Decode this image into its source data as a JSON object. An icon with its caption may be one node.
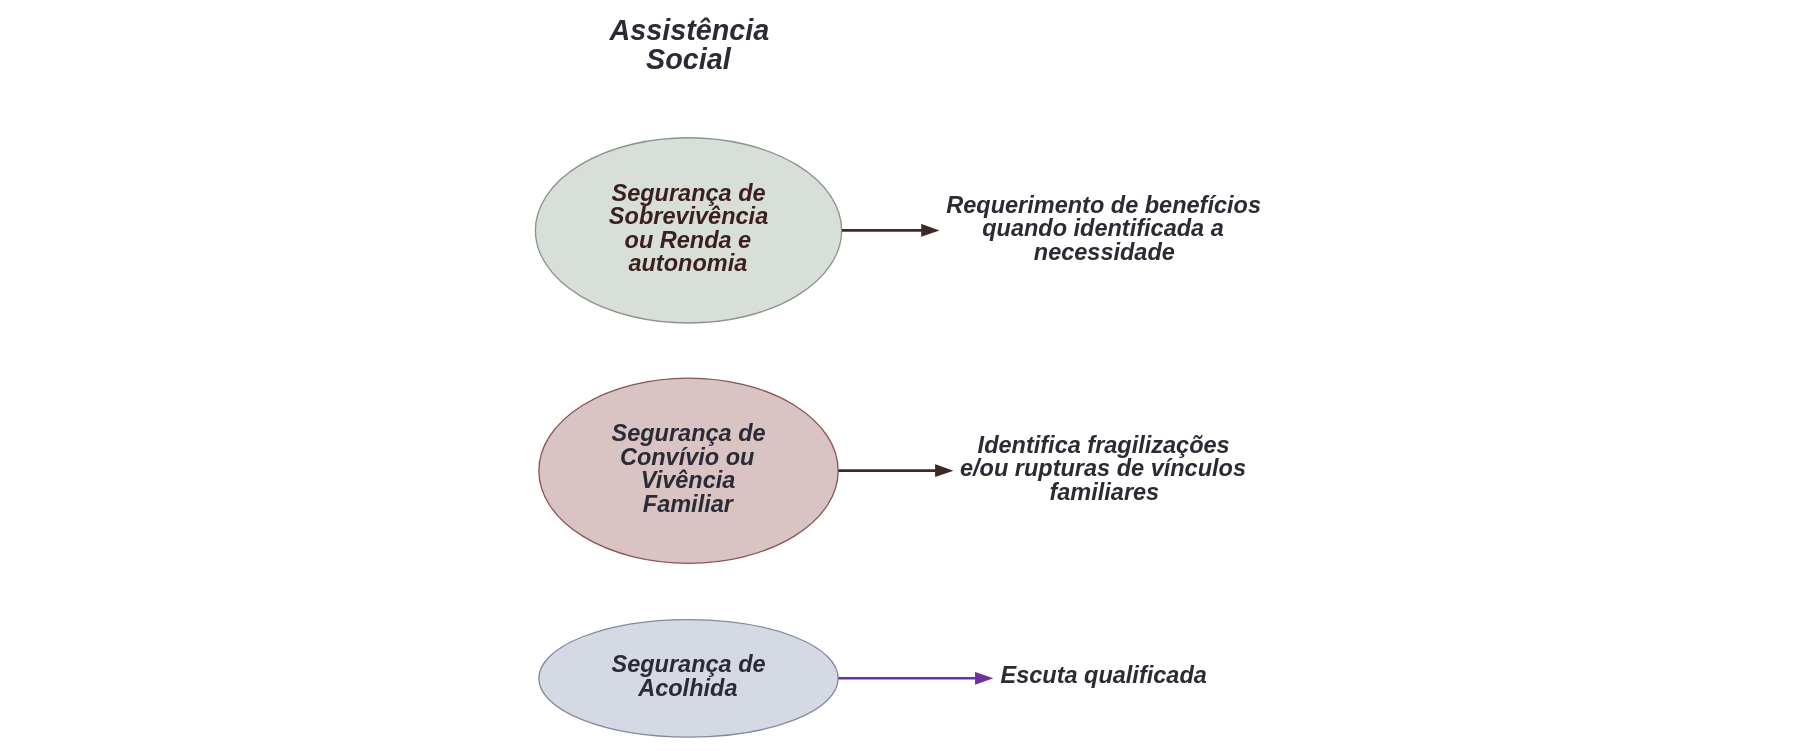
{
  "diagram": {
    "nodes": [
      {
        "text": [
          "Segurança de Acolhida"
        ]
      },
      {
        "text": [
          "Escuta qualificada"
        ]
      },
      {
        "text": [
          "Segurança de Convívio ou Vivência Familiar"
        ]
      },
      {
        "text": [
          "Identifica fragilizações e/ou rupturas de vínculos familiares"
        ]
      },
      {
        "text": [
          "Segurança de Sobrevivência ou Renda e autonomia"
        ]
      },
      {
        "text": [
          "Requerimento de benefícios quando identificada a necessidade"
        ]
      }
    ],
    "edges": [
      {
        "from": 0,
        "to": 1,
        "arrow": "to",
        "color": "#7030a0"
      },
      {
        "from": 2,
        "to": 3,
        "arrow": "to"
      },
      {
        "from": 4,
        "to": 5,
        "arrow": "to"
      }
    ],
    "labels": [
      "Assistência Social"
    ]
  }
}
